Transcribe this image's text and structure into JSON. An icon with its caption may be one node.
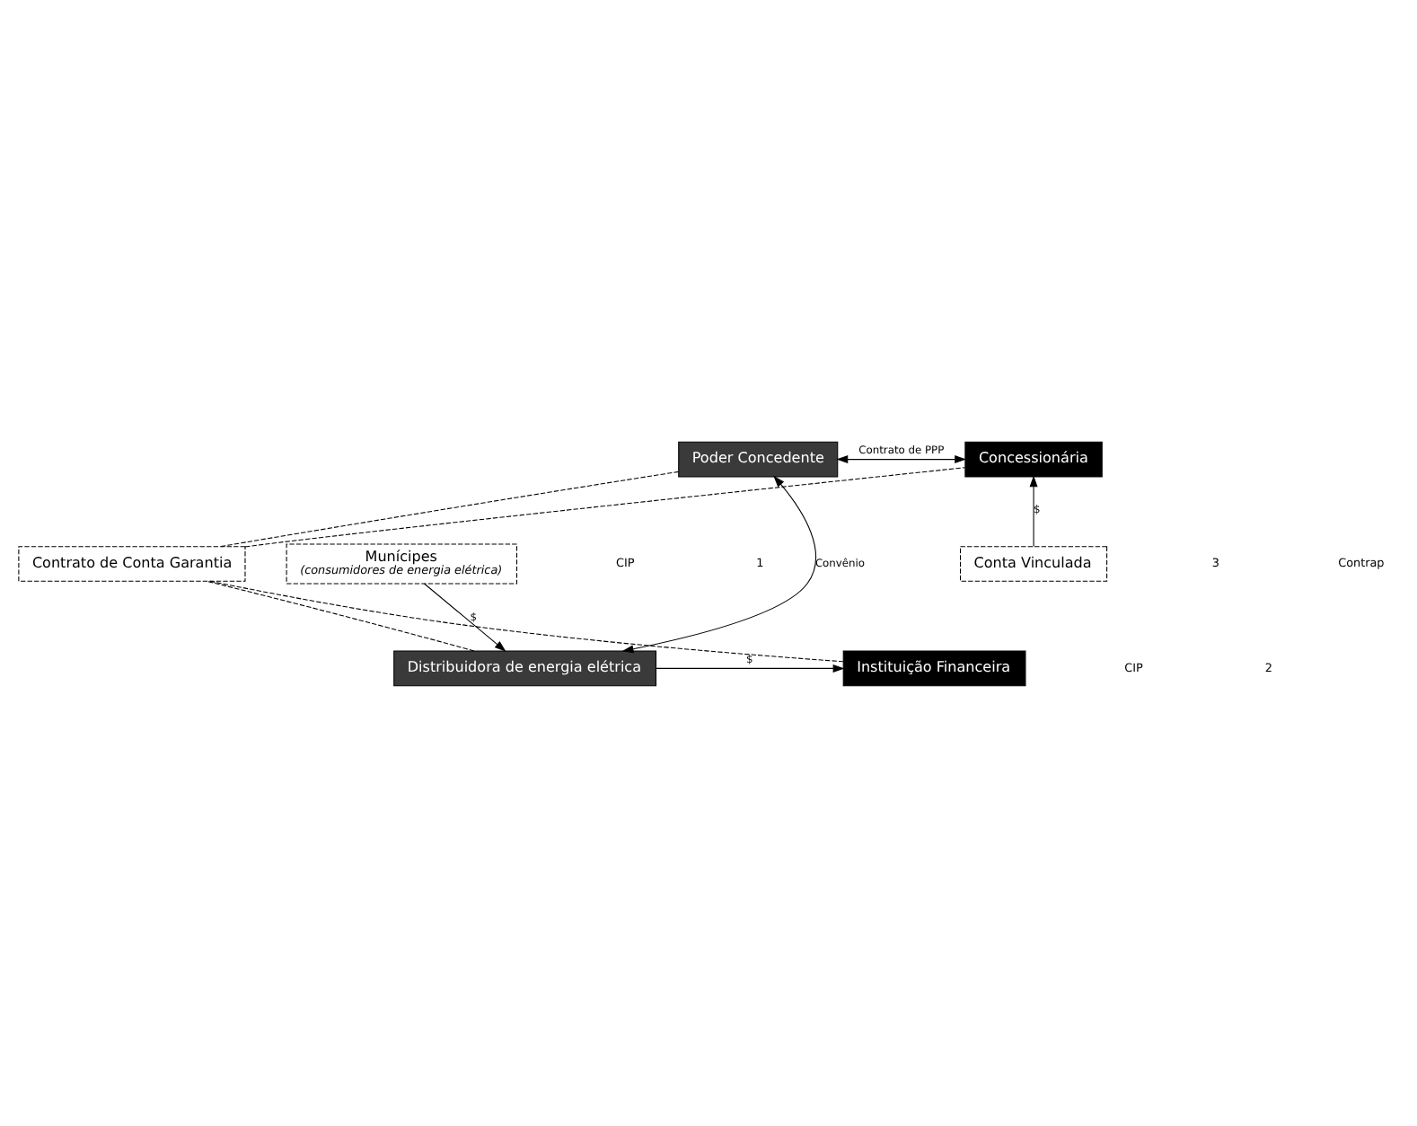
{
  "diagram": {
    "nodes": [
      {
        "text": [
          "Poder Concedente"
        ]
      },
      {
        "text": [
          "Concessionária"
        ]
      },
      {
        "text": [
          "Contrato de Conta Garantia"
        ]
      },
      {
        "text": [
          "Conta Vinculada"
        ]
      },
      {
        "text": [
          "Instituição Financeira"
        ]
      },
      {
        "text": [
          "Distribuidora de energia elétrica"
        ]
      },
      {
        "text": [
          "Munícipes",
          "(consumidores de energia elétrica)"
        ]
      }
    ],
    "edges": [
      {
        "from": 0,
        "to": 1,
        "arrow": "both",
        "label": "Contrato de PPP"
      },
      {
        "from": 0,
        "to": 5,
        "arrow": "both",
        "label": "Convênio"
      },
      {
        "from": 0,
        "to": 2,
        "arrow": "none",
        "style": "dashed"
      },
      {
        "from": 5,
        "to": 2,
        "arrow": "none",
        "style": "dashed"
      },
      {
        "from": 2,
        "to": 1,
        "arrow": "none",
        "style": "dashed"
      },
      {
        "from": 2,
        "to": 4,
        "arrow": "none",
        "style": "dashed"
      },
      {
        "from": 3,
        "to": 1,
        "arrow": "to",
        "label": "$"
      },
      {
        "from": 5,
        "to": 4,
        "arrow": "to",
        "label": "$"
      },
      {
        "from": 6,
        "to": 5,
        "arrow": "to",
        "label": "$"
      }
    ],
    "labels": [
      "3",
      "Contrap",
      "CIP",
      "2",
      "CIP",
      "1"
    ]
  }
}
